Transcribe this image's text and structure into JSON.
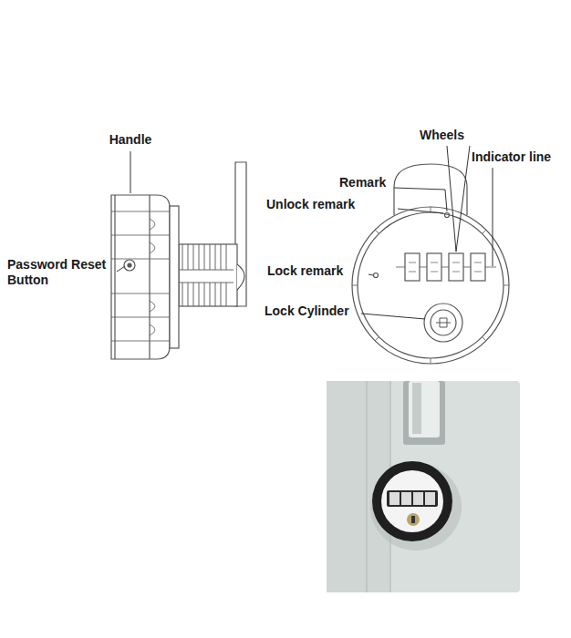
{
  "diagram": {
    "labels": [
      "Handle",
      "Password Reset Button",
      "Wheels",
      "Indicator line",
      "Remark",
      "Unlock remark",
      "Lock remark",
      "Lock Cylinder"
    ]
  }
}
